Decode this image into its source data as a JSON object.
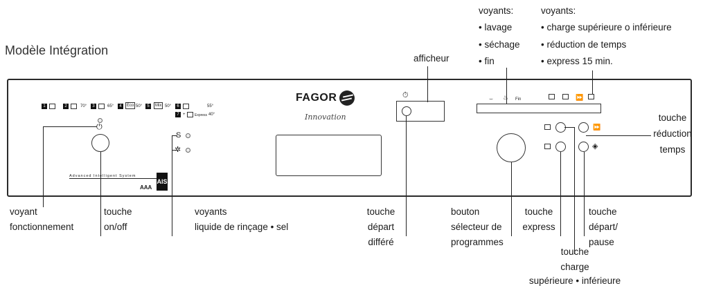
{
  "title": "Modèle Intégration",
  "brand": {
    "name": "FAGOR",
    "tagline": "Innovation"
  },
  "ais": {
    "label": "Advanced Intelligent System",
    "rating": "AAA",
    "logo": "AIS"
  },
  "programs": {
    "temps": [
      "70°",
      "65°",
      "50°",
      "50°",
      "55°",
      "40°"
    ],
    "codes": [
      "Eco",
      "Mix"
    ],
    "express_label": "Express",
    "numbers": [
      "1",
      "2",
      "3",
      "4",
      "5",
      "6",
      "7"
    ]
  },
  "panel_icons": {
    "fin": "Fin"
  },
  "top_labels": {
    "voyants1_title": "voyants:",
    "voyants1_items": [
      "• lavage",
      "• séchage",
      "• fin"
    ],
    "voyants2_title": "voyants:",
    "voyants2_items": [
      "• charge supérieure o inférieure",
      "• réduction de temps",
      "• express 15 min."
    ],
    "afficheur": "afficheur"
  },
  "right_labels": {
    "reduction": [
      "touche",
      "réduction",
      "temps"
    ]
  },
  "bottom_labels": {
    "voyant_fonc": [
      "voyant",
      "fonctionnement"
    ],
    "onoff": [
      "touche",
      "on/off"
    ],
    "voyants_rincage": [
      "voyants",
      "liquide de rinçage • sel"
    ],
    "depart_differe": [
      "touche",
      "départ",
      "différé"
    ],
    "selecteur": [
      "bouton",
      "sélecteur de",
      "programmes"
    ],
    "express": [
      "touche",
      "express"
    ],
    "depart_pause": [
      "touche",
      "départ/",
      "pause"
    ],
    "charge": [
      "touche",
      "charge",
      "supérieure • inférieure"
    ]
  },
  "icons": [
    "clock-icon",
    "power-icon",
    "salt-icon",
    "rinse-aid-icon",
    "start-pause-icon",
    "fast-forward-icon",
    "half-load-icon",
    "wash-icon",
    "drying-icon"
  ]
}
